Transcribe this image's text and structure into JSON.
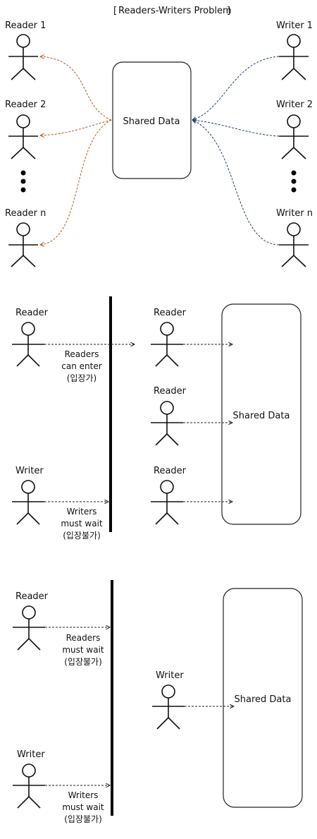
{
  "title": "Readers-Writers Problem",
  "colors": {
    "reader_arrow": "#b35a1f",
    "writer_arrow": "#1f3a7a",
    "ink": "#111111"
  },
  "panel1": {
    "shared_data": "Shared Data",
    "readers": [
      "Reader 1",
      "Reader 2",
      "Reader n"
    ],
    "writers": [
      "Writer 1",
      "Writer 2",
      "Writer n"
    ]
  },
  "panel2": {
    "left_reader": "Reader",
    "left_writer": "Writer",
    "readers_note": [
      "Readers",
      "can enter",
      "(입장가)"
    ],
    "writers_note": [
      "Writers",
      "must wait",
      "(입장불가)"
    ],
    "inside_readers": [
      "Reader",
      "Reader",
      "Reader"
    ],
    "shared_data": "Shared Data"
  },
  "panel3": {
    "left_reader": "Reader",
    "left_writer": "Writer",
    "readers_note": [
      "Readers",
      "must wait",
      "(입장불가)"
    ],
    "writers_note": [
      "Writers",
      "must wait",
      "(입장불가)"
    ],
    "inside_writer": "Writer",
    "shared_data": "Shared Data"
  }
}
